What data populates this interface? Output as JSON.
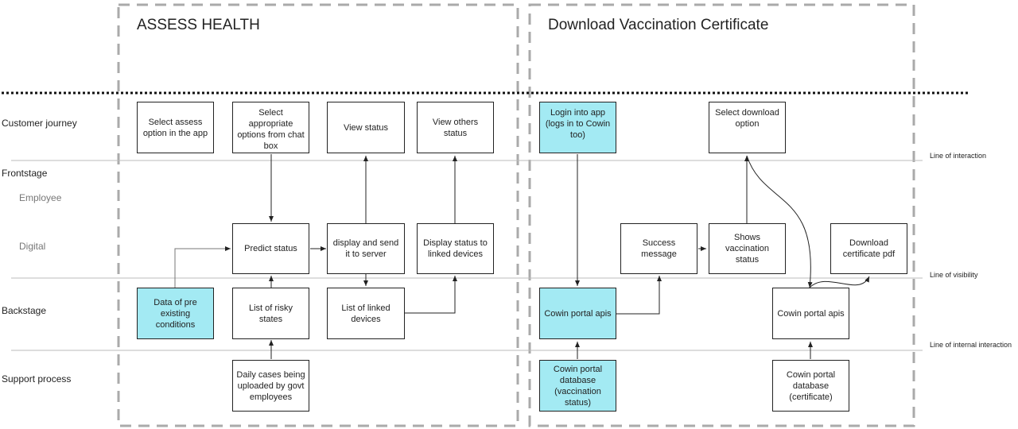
{
  "sections": {
    "left_title": "ASSESS HEALTH",
    "right_title": "Download Vaccination Certificate"
  },
  "rows": {
    "customer_journey": "Customer journey",
    "frontstage": "Frontstage",
    "employee": "Employee",
    "digital": "Digital",
    "backstage": "Backstage",
    "support_process": "Support process"
  },
  "lines": {
    "interaction": "Line of interaction",
    "visibility": "Line of visibility",
    "internal_interaction": "Line of internal interaction"
  },
  "boxes": {
    "select_assess": "Select assess option in the app",
    "select_options": "Select appropriate options from chat box",
    "view_status": "View status",
    "view_others": "View others status",
    "login": "Login into app (logs in to Cowin too)",
    "select_download": "Select download option",
    "predict_status": "Predict status",
    "display_send": "display and send it to server",
    "display_linked": "Display status to linked devices",
    "success_message": "Success message",
    "shows_vaccination": "Shows vaccination status",
    "download_pdf": "Download certificate pdf",
    "preexisting": "Data of pre existing conditions",
    "risky_states": "List of risky states",
    "linked_devices": "List of linked devices",
    "cowin_apis_1": "Cowin portal apis",
    "cowin_apis_2": "Cowin portal apis",
    "daily_cases": "Daily cases being uploaded by govt employees",
    "cowin_db_vacc": "Cowin portal database (vaccination status)",
    "cowin_db_cert": "Cowin portal database (certificate)"
  },
  "colors": {
    "highlight": "#a3eaf3",
    "stroke": "#222222",
    "dashed_frame": "#aaaaaa",
    "lane_line": "#bbbbbb"
  }
}
